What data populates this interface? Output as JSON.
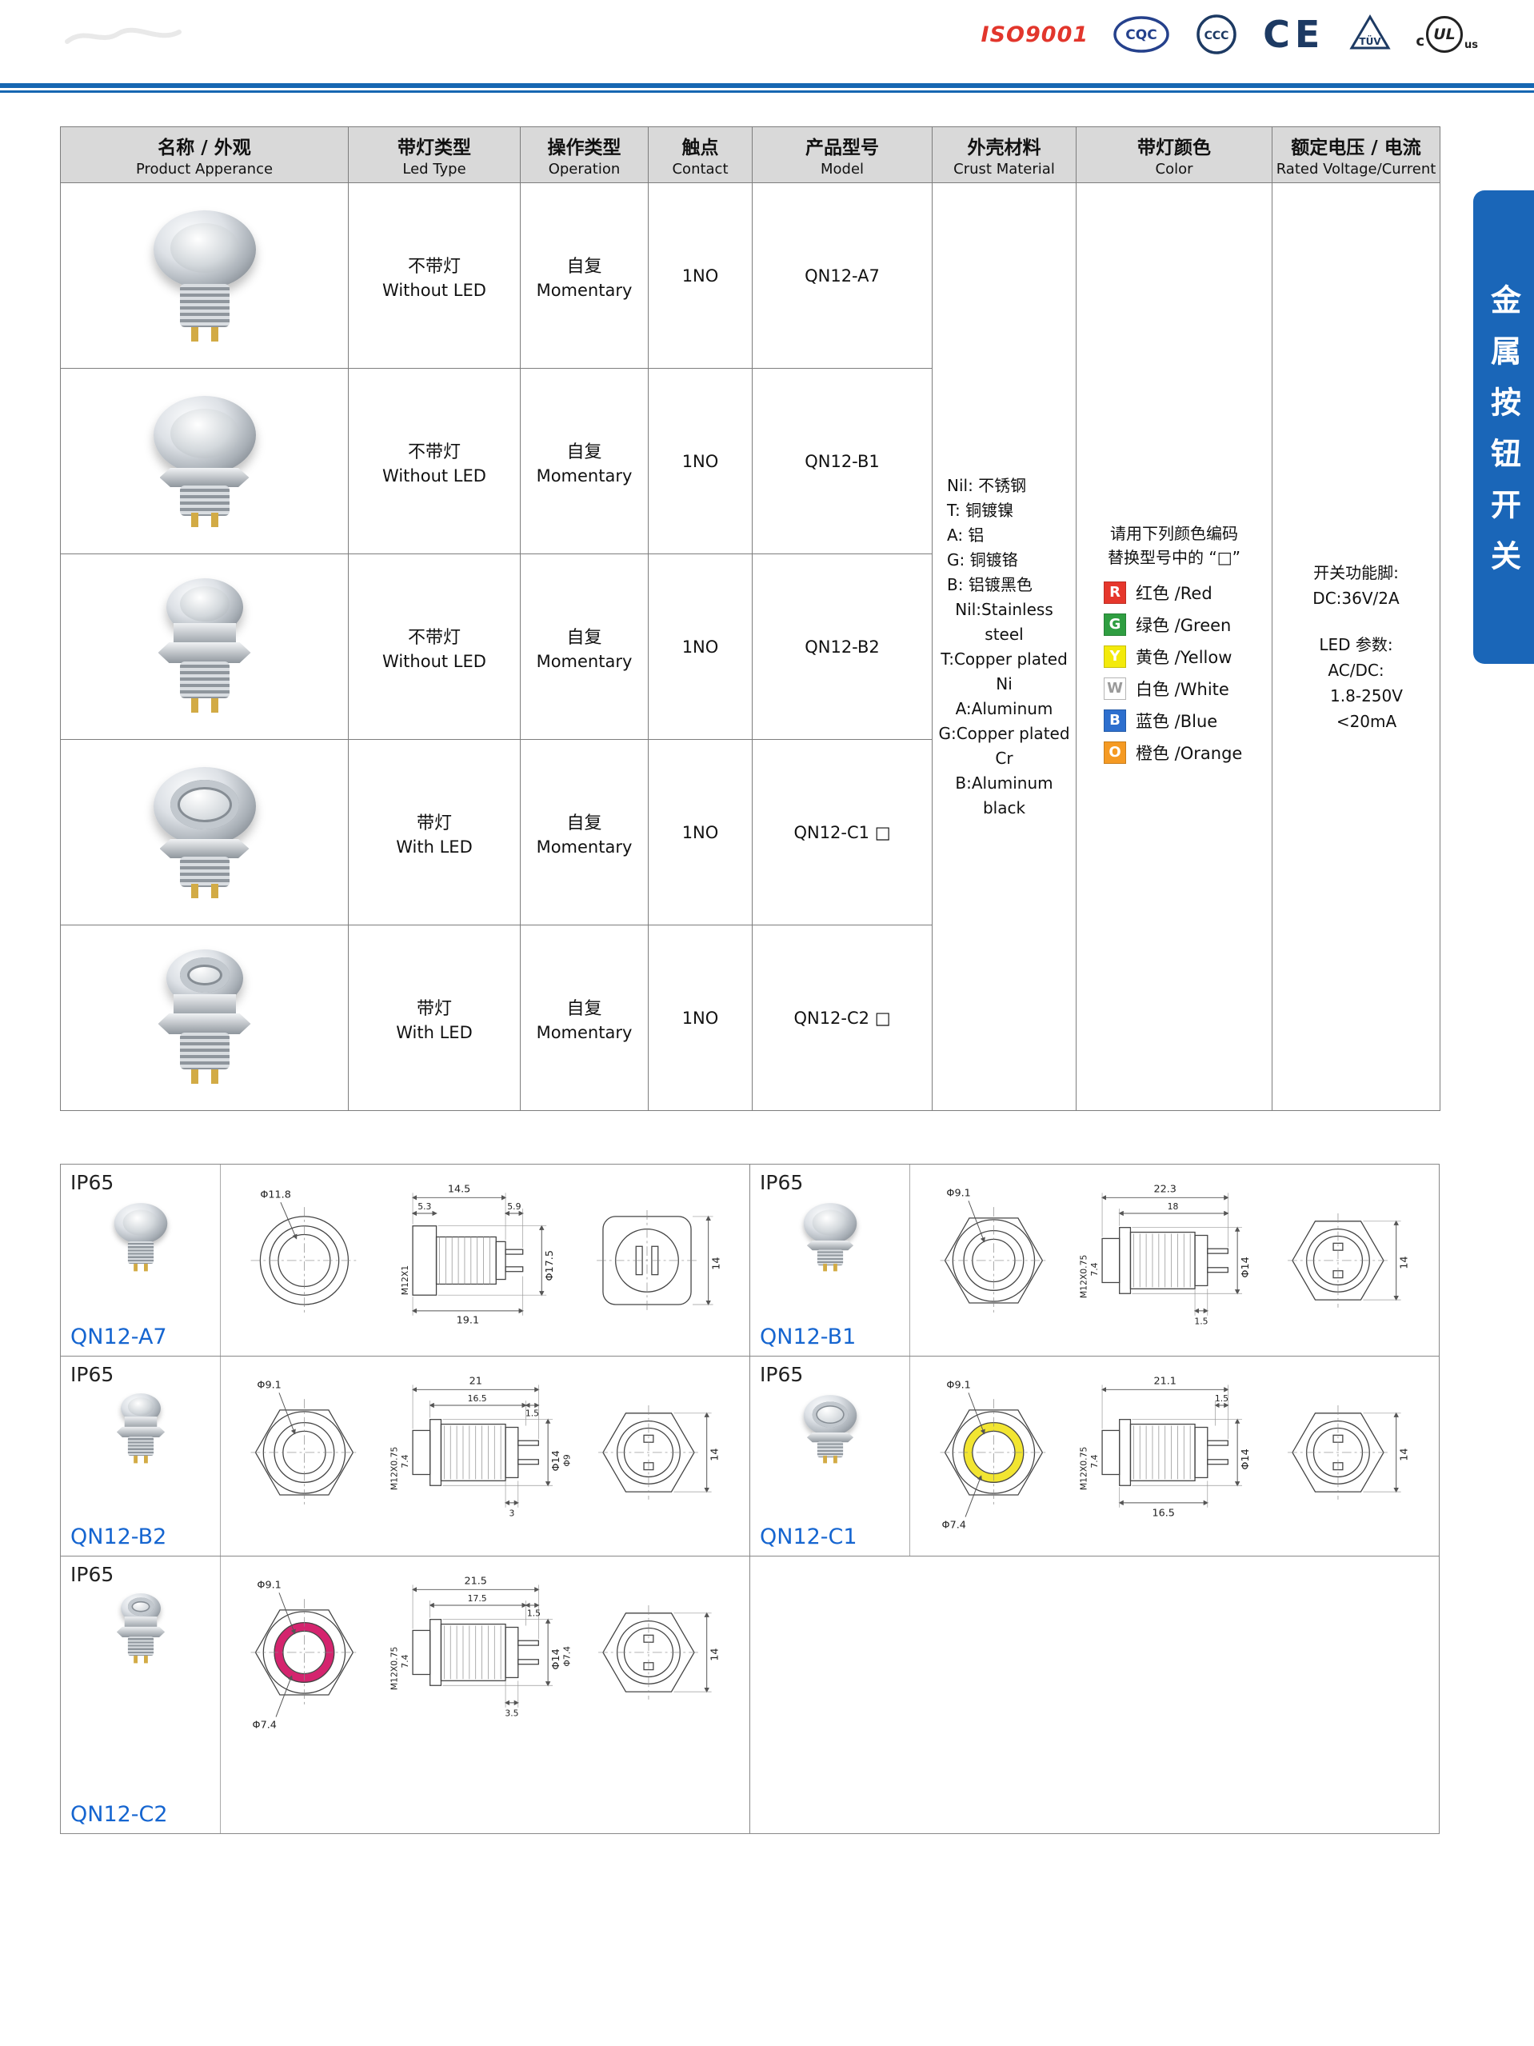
{
  "header": {
    "badges": {
      "iso": "ISO9001",
      "cqc": "CQC",
      "ccc": "CCC",
      "ce": "CE",
      "tuv": "TÜV",
      "ul_prefix": "c",
      "ul": "UL",
      "ul_suffix": "us"
    }
  },
  "side_tab": {
    "text": "金属按钮开关",
    "bg": "#1a66b8"
  },
  "table": {
    "headers": [
      {
        "zh": "名称 / 外观",
        "en": "Product Apperance"
      },
      {
        "zh": "带灯类型",
        "en": "Led Type"
      },
      {
        "zh": "操作类型",
        "en": "Operation"
      },
      {
        "zh": "触点",
        "en": "Contact"
      },
      {
        "zh": "产品型号",
        "en": "Model"
      },
      {
        "zh": "外壳材料",
        "en": "Crust Material"
      },
      {
        "zh": "带灯颜色",
        "en": "Color"
      },
      {
        "zh": "额定电压 / 电流",
        "en": "Rated Voltage/Current"
      }
    ],
    "rows": [
      {
        "led_zh": "不带灯",
        "led_en": "Without LED",
        "op_zh": "自复",
        "op_en": "Momentary",
        "contact": "1NO",
        "model": "QN12-A7"
      },
      {
        "led_zh": "不带灯",
        "led_en": "Without LED",
        "op_zh": "自复",
        "op_en": "Momentary",
        "contact": "1NO",
        "model": "QN12-B1"
      },
      {
        "led_zh": "不带灯",
        "led_en": "Without LED",
        "op_zh": "自复",
        "op_en": "Momentary",
        "contact": "1NO",
        "model": "QN12-B2"
      },
      {
        "led_zh": "带灯",
        "led_en": "With LED",
        "op_zh": "自复",
        "op_en": "Momentary",
        "contact": "1NO",
        "model": "QN12-C1 □"
      },
      {
        "led_zh": "带灯",
        "led_en": "With LED",
        "op_zh": "自复",
        "op_en": "Momentary",
        "contact": "1NO",
        "model": "QN12-C2 □"
      }
    ],
    "crust": [
      "Nil: 不锈钢",
      "T: 铜镀镍",
      "A: 铝",
      "G: 铜镀铬",
      "B: 铝镀黑色",
      "Nil:Stainless steel",
      "T:Copper plated Ni",
      "A:Aluminum",
      "G:Copper plated Cr",
      "B:Aluminum black"
    ],
    "color_note1": "请用下列颜色编码",
    "color_note2": "替换型号中的 “□”",
    "colors": [
      {
        "code": "R",
        "label": "红色 /Red",
        "hex": "#e6372c",
        "fg": "#ffffff"
      },
      {
        "code": "G",
        "label": "绿色 /Green",
        "hex": "#2f9e41",
        "fg": "#ffffff"
      },
      {
        "code": "Y",
        "label": "黄色 /Yellow",
        "hex": "#f3ea0b",
        "fg": "#ffffff"
      },
      {
        "code": "W",
        "label": "白色 /White",
        "hex": "#ffffff",
        "fg": "#9a9a9a"
      },
      {
        "code": "B",
        "label": "蓝色 /Blue",
        "hex": "#2d6fce",
        "fg": "#ffffff"
      },
      {
        "code": "O",
        "label": "橙色 /Orange",
        "hex": "#f59a23",
        "fg": "#ffffff"
      }
    ],
    "rated": {
      "l1": "开关功能脚:",
      "l2": "DC:36V/2A",
      "l3": "LED 参数:",
      "l4": "AC/DC:",
      "l5": "1.8-250V",
      "l6": "<20mA"
    }
  },
  "drawings": [
    {
      "ip": "IP65",
      "model": "QN12-A7",
      "front_dia": "Φ11.8",
      "dim_top": "14.5",
      "dim_top2": "5.3",
      "dim_pin": "5.9",
      "thread": "M12X1",
      "side_dia": "Φ17.5",
      "dim_bottom": "19.1",
      "rear_h": "14"
    },
    {
      "ip": "IP65",
      "model": "QN12-B1",
      "front_dia": "Φ9.1",
      "dim_top": "22.3",
      "dim_top2": "18",
      "dim_pin": "7.4",
      "thread": "M12X0.75",
      "side_dia": "Φ14",
      "dim_bottom": "1.5",
      "rear_h": "14"
    },
    {
      "ip": "IP65",
      "model": "QN12-B2",
      "front_dia": "Φ9.1",
      "dim_top": "21",
      "dim_top2": "16.5",
      "dim_top3": "1.5",
      "dim_pin": "7.4",
      "thread": "M12X0.75",
      "side_dia": "Φ14",
      "side_dia2": "Φ9",
      "dim_bottom": "3",
      "rear_h": "14"
    },
    {
      "ip": "IP65",
      "model": "QN12-C1",
      "front_dia": "Φ9.1",
      "led_dia": "Φ7.4",
      "dim_top": "21.1",
      "dim_top3": "1.5",
      "dim_pin": "7.4",
      "thread": "M12X0.75",
      "side_dia": "Φ14",
      "dim_bottom": "16.5",
      "rear_h": "14",
      "ring_color": "#f2e531"
    },
    {
      "ip": "IP65",
      "model": "QN12-C2",
      "front_dia": "Φ9.1",
      "led_dia": "Φ7.4",
      "dim_top": "21.5",
      "dim_top2": "17.5",
      "dim_top3": "1.5",
      "dim_pin": "7.4",
      "thread": "M12X0.75",
      "side_dia": "Φ14",
      "side_dia2": "Φ7.4",
      "dim_bottom": "3.5",
      "rear_h": "14",
      "ring_color": "#d4246e"
    }
  ]
}
